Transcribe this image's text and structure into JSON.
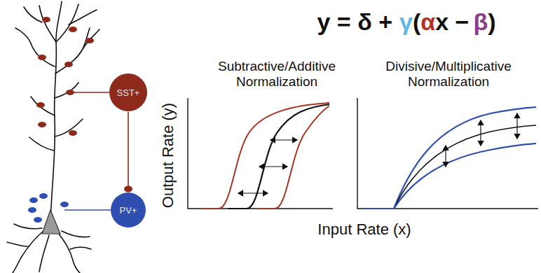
{
  "diagram": {
    "nodes": [
      {
        "text": [
          "SST+"
        ]
      },
      {
        "text": [
          "PV+"
        ]
      }
    ],
    "edges": [
      {
        "from": 0,
        "to": 1,
        "arrow": "to"
      }
    ],
    "labels": [
      "y = δ +",
      "γ",
      "(",
      "α",
      "x −",
      "β",
      ")",
      "Subtractive/Additive Normalization",
      "Divisive/Multiplicative Normalization",
      "Output Rate (y)",
      "Input Rate (x)"
    ]
  }
}
